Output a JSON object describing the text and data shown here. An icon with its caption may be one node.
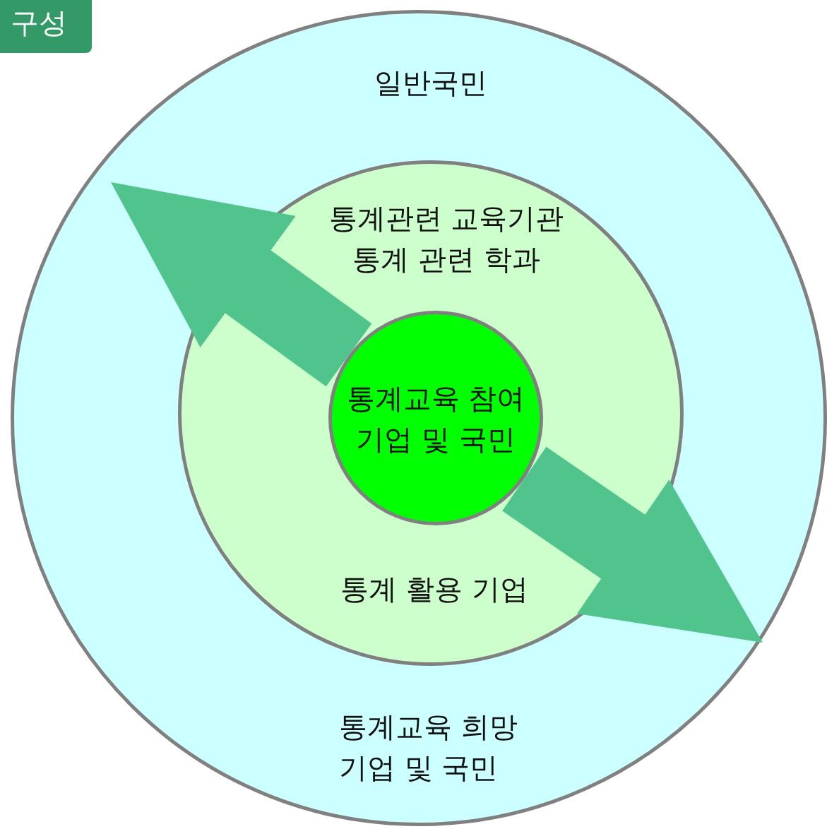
{
  "diagram": {
    "title": "구성",
    "nodes": [
      {
        "text": [
          "일반국민",
          "통계교육 희망 기업 및 국민"
        ]
      },
      {
        "text": [
          "통계관련 교육기관",
          "통계 관련 학과",
          "통계 활용 기업"
        ],
        "in": 0
      },
      {
        "text": [
          "통계교육 참여 기업 및 국민"
        ],
        "in": 1
      }
    ],
    "edges": [
      {
        "from": 2,
        "to": 0,
        "arrow": "to"
      },
      {
        "from": 2,
        "to": 0,
        "arrow": "to"
      }
    ]
  }
}
